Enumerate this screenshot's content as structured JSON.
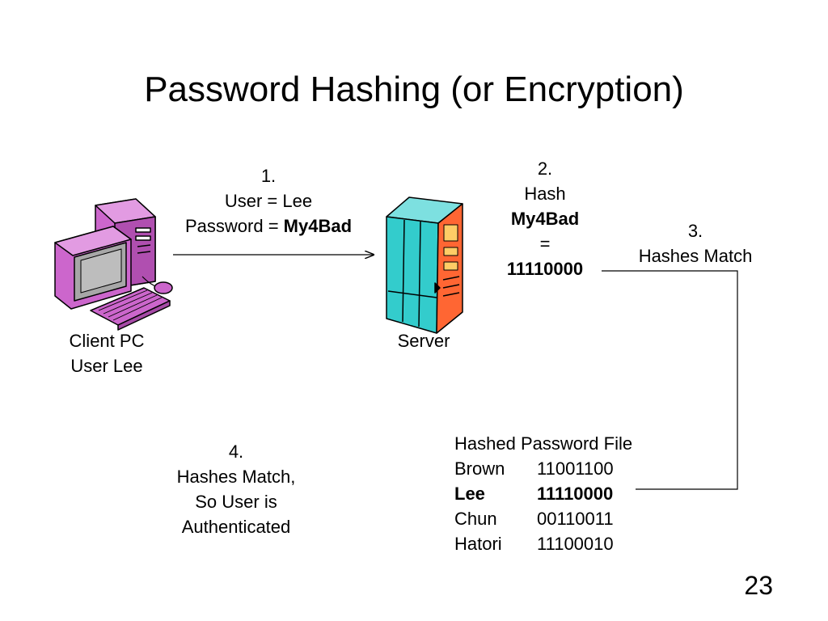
{
  "title": "Password Hashing (or Encryption)",
  "step1": {
    "number": "1.",
    "user_line": "User = Lee",
    "password_prefix": "Password = ",
    "password_value": "My4Bad"
  },
  "step2": {
    "number": "2.",
    "label": "Hash",
    "input": "My4Bad",
    "equals": "=",
    "output": "11110000"
  },
  "step3": {
    "number": "3.",
    "label": "Hashes Match"
  },
  "step4": {
    "number": "4.",
    "line1": "Hashes Match,",
    "line2": "So User is",
    "line3": "Authenticated"
  },
  "client": {
    "line1": "Client PC",
    "line2": "User Lee",
    "color": "#cc66cc"
  },
  "server": {
    "label": "Server",
    "front_color": "#33cccc",
    "side_color": "#ff6633"
  },
  "hash_file": {
    "title": "Hashed Password File",
    "rows": [
      {
        "name": "Brown",
        "hash": "11001100"
      },
      {
        "name": "Lee",
        "hash": "11110000"
      },
      {
        "name": "Chun",
        "hash": "00110011"
      },
      {
        "name": "Hatori",
        "hash": "11100010"
      }
    ]
  },
  "page_number": "23"
}
